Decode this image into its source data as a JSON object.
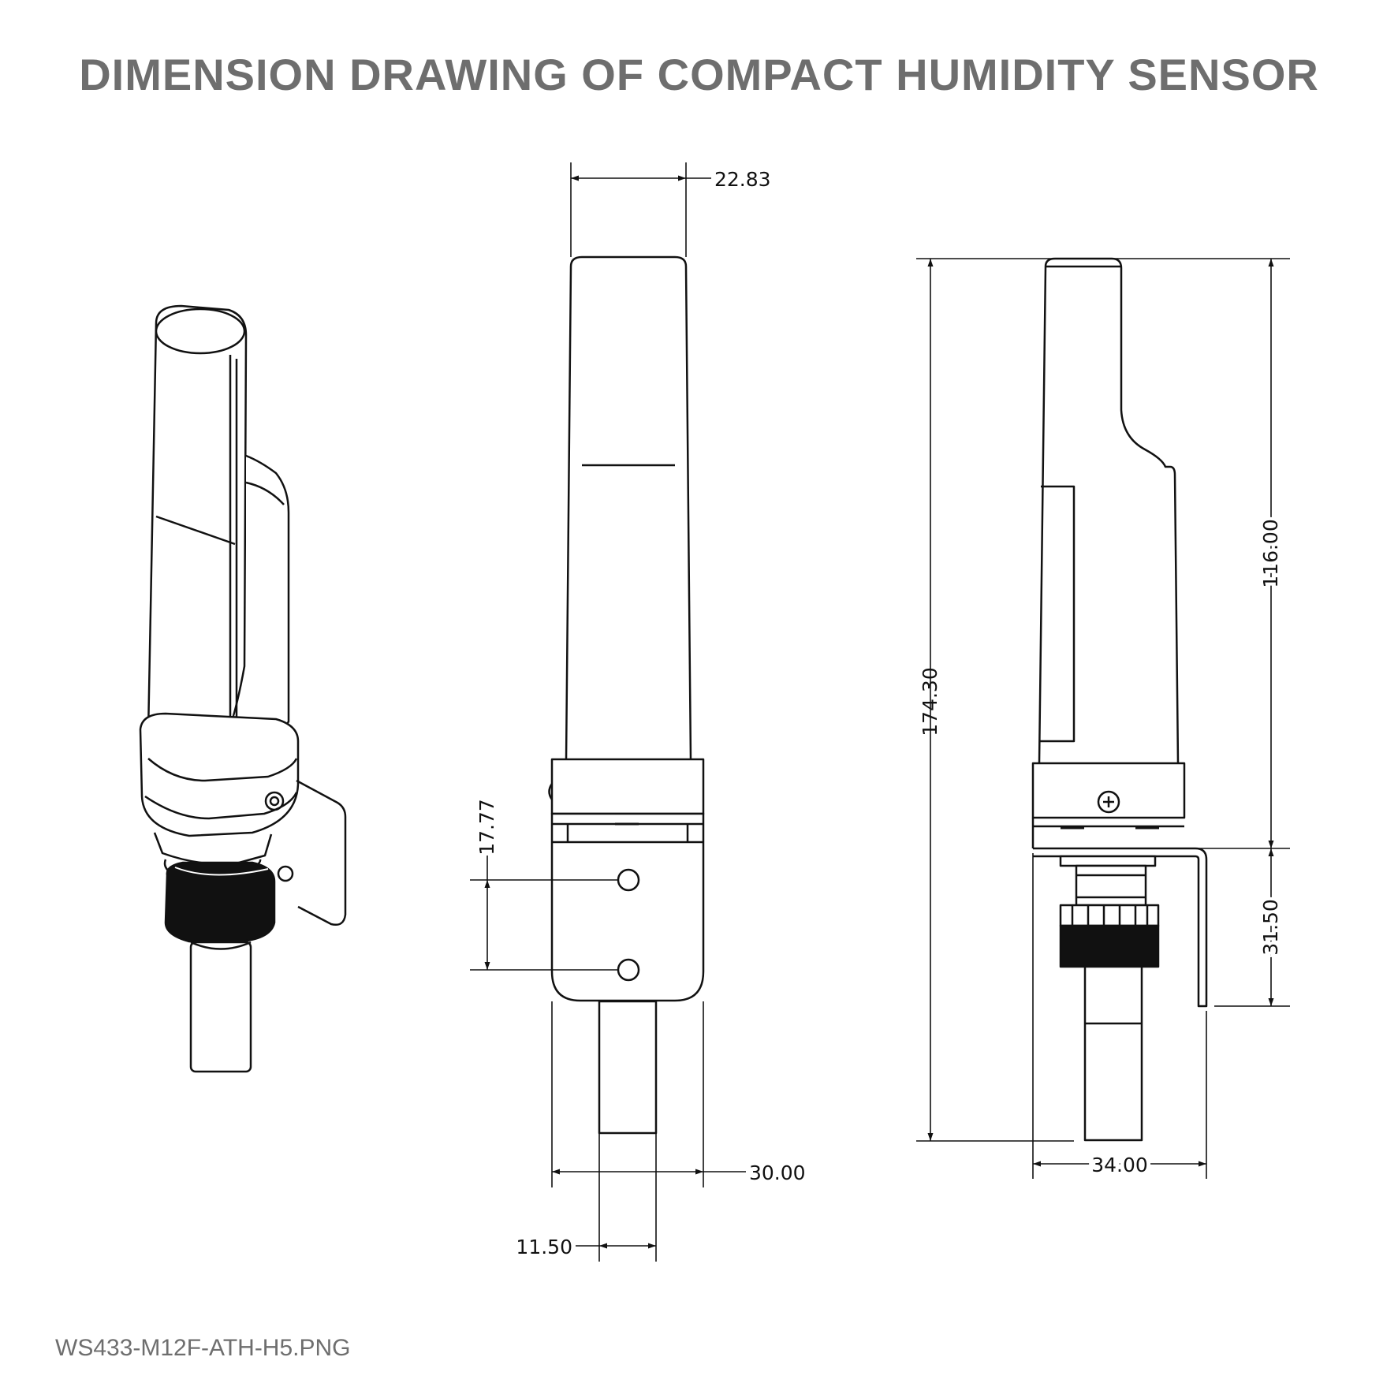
{
  "title": "DIMENSION DRAWING OF COMPACT HUMIDITY SENSOR",
  "filename": "WS433-M12F-ATH-H5.PNG",
  "dimensions": {
    "top_width": "22.83",
    "hole_spacing": "17.77",
    "body_width": "30.00",
    "probe_width": "11.50",
    "total_height": "174.30",
    "upper_height": "116.00",
    "bracket_height": "31.50",
    "side_width": "34.00"
  },
  "views": [
    "isometric-view",
    "front-view",
    "side-view"
  ],
  "colors": {
    "title": "#6e6e6e",
    "line": "#111111",
    "knurl": "#111111"
  }
}
